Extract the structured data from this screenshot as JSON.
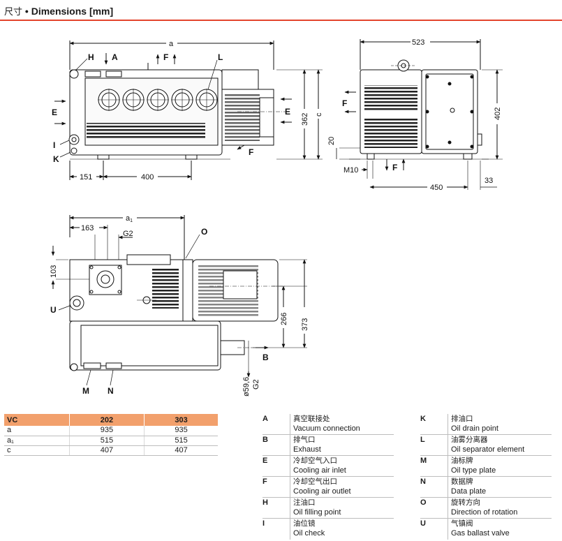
{
  "header": {
    "title_zh": "尺寸",
    "title_sep": "•",
    "title_en": "Dimensions [mm]"
  },
  "accent_color": "#e3452c",
  "table_header_color": "#f2a06c",
  "drawings": {
    "front": {
      "a": "a",
      "H": "H",
      "A": "A",
      "F": "F",
      "L": "L",
      "E": "E",
      "I": "I",
      "K": "K",
      "d151": "151",
      "d400": "400",
      "d362": "362",
      "c": "c"
    },
    "side": {
      "d523": "523",
      "F": "F",
      "d402": "402",
      "d20": "20",
      "M10": "M10",
      "d450": "450",
      "d33": "33"
    },
    "top": {
      "a1": "a",
      "a1sub": "1",
      "d163": "163",
      "G2": "G2",
      "O": "O",
      "d103": "103",
      "U": "U",
      "d266": "266",
      "d373": "373",
      "B": "B",
      "M": "M",
      "N": "N",
      "d59": "ø59,6",
      "G2b": "G2"
    }
  },
  "spec_table": {
    "headers": [
      "VC",
      "202",
      "303"
    ],
    "rows": [
      [
        "a",
        "935",
        "935"
      ],
      [
        "a₁",
        "515",
        "515"
      ],
      [
        "c",
        "407",
        "407"
      ]
    ]
  },
  "legend_left": [
    {
      "key": "A",
      "zh": "真空联接处",
      "en": "Vacuum connection"
    },
    {
      "key": "B",
      "zh": "排气口",
      "en": "Exhaust"
    },
    {
      "key": "E",
      "zh": "冷却空气入口",
      "en": "Cooling air inlet"
    },
    {
      "key": "F",
      "zh": "冷却空气出口",
      "en": "Cooling air outlet"
    },
    {
      "key": "H",
      "zh": "注油口",
      "en": "Oil filling point"
    },
    {
      "key": "I",
      "zh": "油位镜",
      "en": "Oil check"
    }
  ],
  "legend_right": [
    {
      "key": "K",
      "zh": "排油口",
      "en": "Oil drain point"
    },
    {
      "key": "L",
      "zh": "油雾分离器",
      "en": "Oil separator element"
    },
    {
      "key": "M",
      "zh": "油标牌",
      "en": "Oil type plate"
    },
    {
      "key": "N",
      "zh": "数据牌",
      "en": "Data plate"
    },
    {
      "key": "O",
      "zh": "旋转方向",
      "en": "Direction of rotation"
    },
    {
      "key": "U",
      "zh": "气镇阀",
      "en": "Gas ballast valve"
    }
  ]
}
